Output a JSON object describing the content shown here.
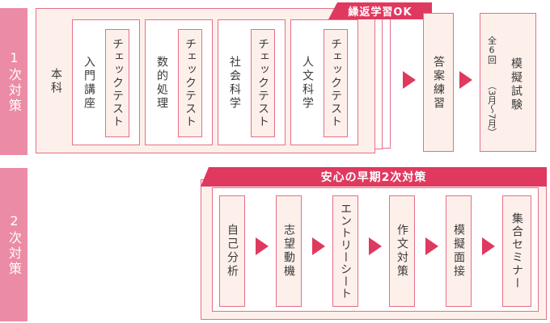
{
  "phase1": {
    "label": "1次対策",
    "main_label": "本科",
    "repeat_tag": "繰返学習OK",
    "courses": [
      {
        "label": "入門講座",
        "check": "チェックテスト"
      },
      {
        "label": "数的処理",
        "check": "チェックテスト"
      },
      {
        "label": "社会科学",
        "check": "チェックテスト"
      },
      {
        "label": "人文科学",
        "check": "チェックテスト"
      }
    ],
    "answer_practice": "答案練習",
    "mock_exam": {
      "title": "模擬試験",
      "count": "全6回",
      "period": "（3月〜7月）"
    }
  },
  "phase2": {
    "label": "2次対策",
    "banner": "安心の早期2次対策",
    "steps": [
      "自己分析",
      "志望動機",
      "エントリーシート",
      "作文対策",
      "模擬面接",
      "集合セミナー"
    ]
  },
  "colors": {
    "accent": "#e0395f",
    "phase_bg": "#ec8ba5",
    "light_bg": "#fdf0ea",
    "border": "#e66e8a"
  }
}
